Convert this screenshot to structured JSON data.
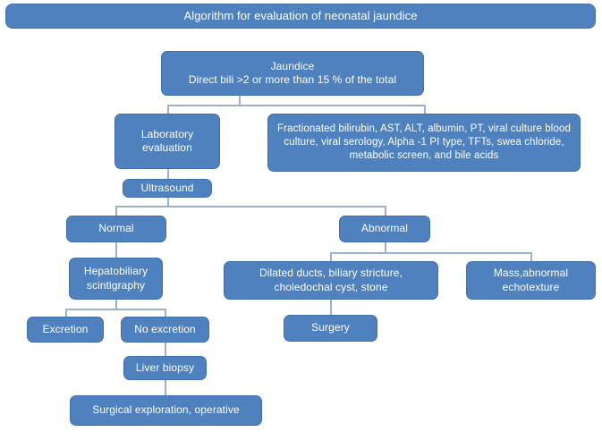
{
  "diagram": {
    "title": "Algorithm for evaluation of neonatal jaundice",
    "type": "flowchart",
    "theme": {
      "node_fill": "#4e81bd",
      "node_border": "#3f6fa8",
      "node_text": "#ffffff",
      "connector": "#9bb2cf",
      "background": "#ffffff"
    },
    "nodes": {
      "title_bar": "Algorithm for evaluation of neonatal jaundice",
      "jaundice": "Jaundice\nDirect bili >2 or more than 15 % of the total",
      "lab_evaluation": "Laboratory\nevaluation",
      "lab_tests": "Fractionated bilirubin, AST, ALT, albumin, PT, viral culture blood culture, viral serology, Alpha -1 PI type, TFTs, swea chloride, metabolic screen, and bile acids",
      "ultrasound": "Ultrasound",
      "normal": "Normal",
      "abnormal": "Abnormal",
      "hepatobiliary_scintigraphy": "Hepatobiliary\nscintigraphy",
      "dilated_ducts": "Dilated ducts, biliary stricture,\ncholedochal cyst, stone",
      "mass_echotexture": "Mass,abnormal\nechotexture",
      "excretion": "Excretion",
      "no_excretion": "No excretion",
      "surgery": "Surgery",
      "liver_biopsy": "Liver biopsy",
      "surgical_exploration": "Surgical exploration, operative"
    }
  }
}
